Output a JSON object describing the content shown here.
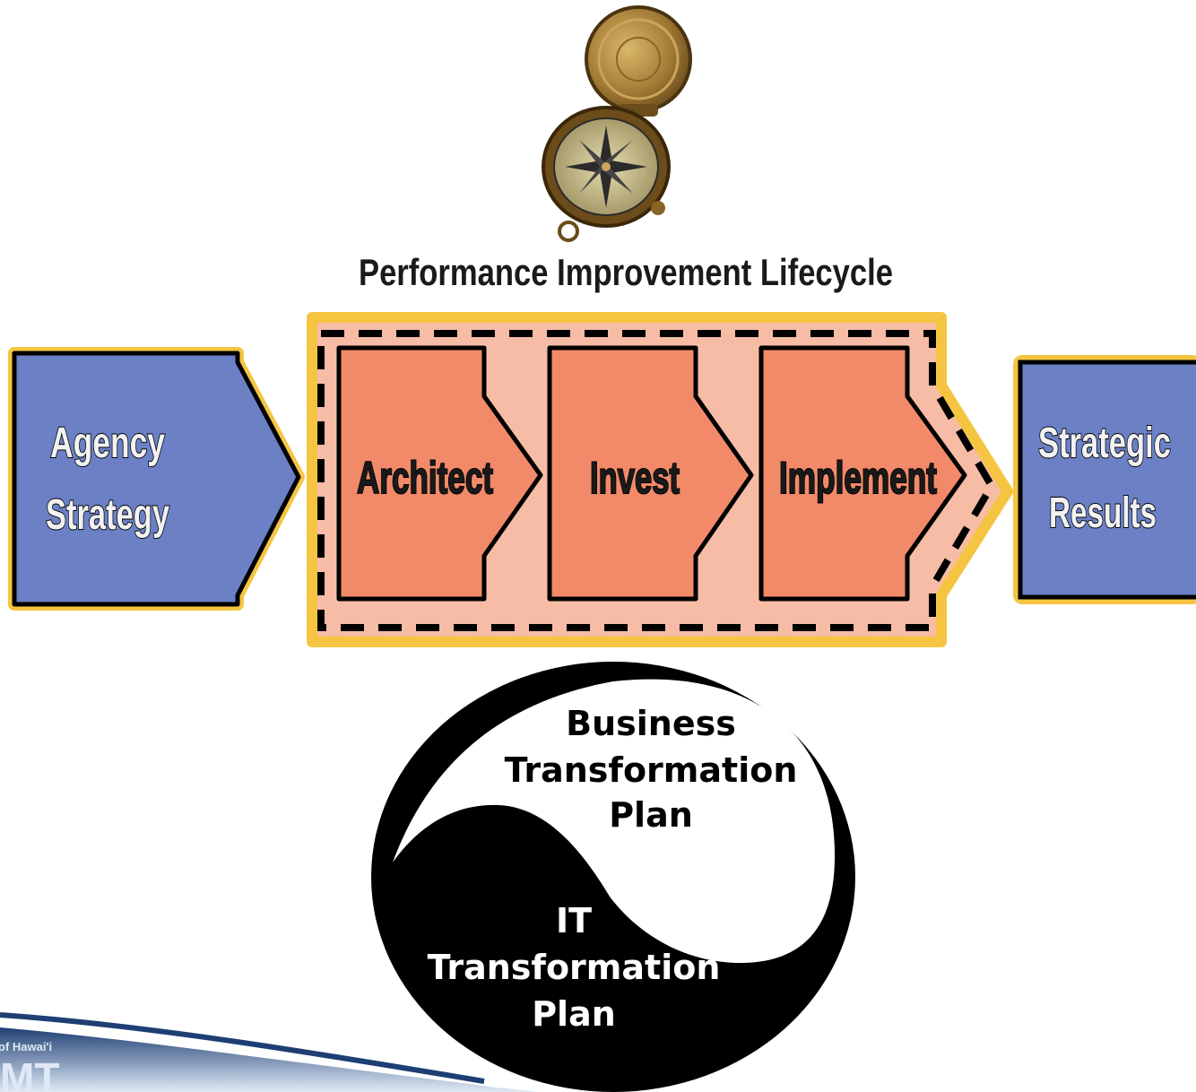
{
  "diagram": {
    "title": "Performance Improvement Lifecycle",
    "left_box": {
      "line1": "Agency",
      "line2": "Strategy"
    },
    "stages": [
      "Architect",
      "Invest",
      "Implement"
    ],
    "right_box": {
      "line1": "Strategic",
      "line2": "Results"
    },
    "yin_yang": {
      "business": {
        "line1": "Business",
        "line2": "Transformation",
        "line3": "Plan"
      },
      "it": {
        "line1": "IT",
        "line2": "Transformation",
        "line3": "Plan"
      }
    },
    "logo": {
      "org": "of Hawai'i",
      "mark": "MT"
    }
  },
  "colors": {
    "blue_fill": "#6b80c5",
    "stage_fill": "#f28a6a",
    "lifecycle_fill": "#f7bca6",
    "glow": "#f5c542",
    "outline": "#000000",
    "light_text": "#f2f2f2",
    "logo_blue": "#1e3f73"
  },
  "icons": {
    "compass": "compass-icon"
  }
}
